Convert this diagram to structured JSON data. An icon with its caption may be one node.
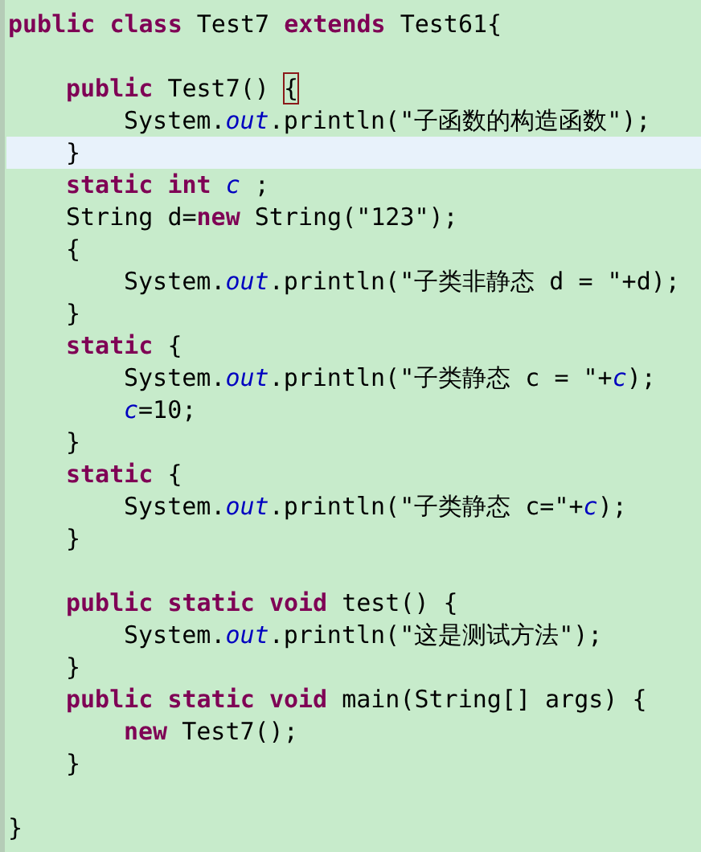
{
  "diagram": {
    "labels": [
      "**public** **class** Test7 **extends** Test61{",
      "**public** Test7() {",
      "System.*out*.println(\"子函数的构造函数\");",
      "}",
      "**static** **int** *c* ;",
      "String d=**new** String(\"123\");",
      "{",
      "System.*out*.println(\"子类非静态 d = \"+d);",
      "}",
      "**static** {",
      "System.*out*.println(\"子类静态 c = \"+*c*);",
      "*c*=10;",
      "}",
      "**static** {",
      "System.*out*.println(\"子类静态 c=\"+*c*);",
      "}",
      "**public** **static** **void** test() {",
      "System.*out*.println(\"这是测试方法\");",
      "}",
      "**public** **static** **void** main(String[] args) {",
      "**new** Test7();",
      "}",
      "}"
    ]
  }
}
